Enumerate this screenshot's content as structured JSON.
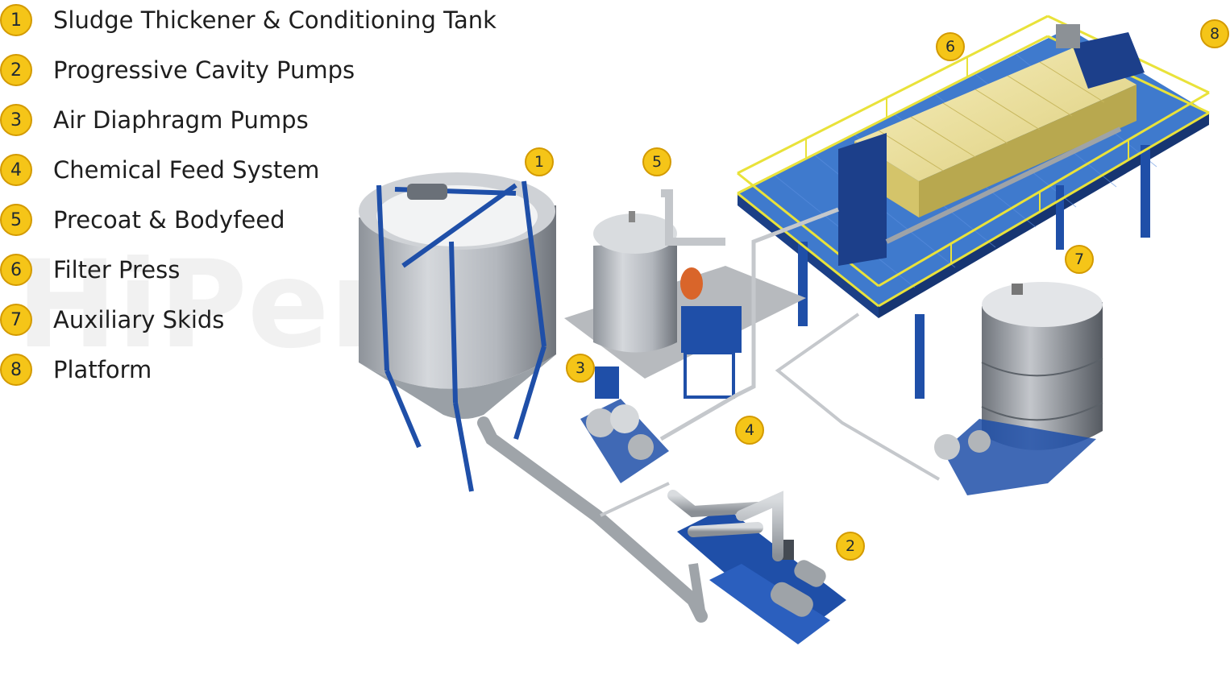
{
  "legend": {
    "items": [
      {
        "number": "1",
        "label": "Sludge Thickener & Conditioning Tank"
      },
      {
        "number": "2",
        "label": "Progressive Cavity Pumps"
      },
      {
        "number": "3",
        "label": "Air Diaphragm Pumps"
      },
      {
        "number": "4",
        "label": "Chemical Feed System"
      },
      {
        "number": "5",
        "label": "Precoat & Bodyfeed"
      },
      {
        "number": "6",
        "label": "Filter Press"
      },
      {
        "number": "7",
        "label": "Auxiliary Skids"
      },
      {
        "number": "8",
        "label": "Platform"
      }
    ]
  },
  "callouts": {
    "c1": "1",
    "c2": "2",
    "c3": "3",
    "c4": "4",
    "c5": "5",
    "c6": "6",
    "c7": "7",
    "c8": "8"
  },
  "watermark": {
    "text": "HiPer"
  },
  "colors": {
    "badge_fill": "#f5c518",
    "steel_blue": "#1f4fa8",
    "tank_gray": "#b9bdc3",
    "press_yellow": "#f2e6a2",
    "rail_yellow": "#e9e23a",
    "pump_orange": "#d9652a"
  }
}
